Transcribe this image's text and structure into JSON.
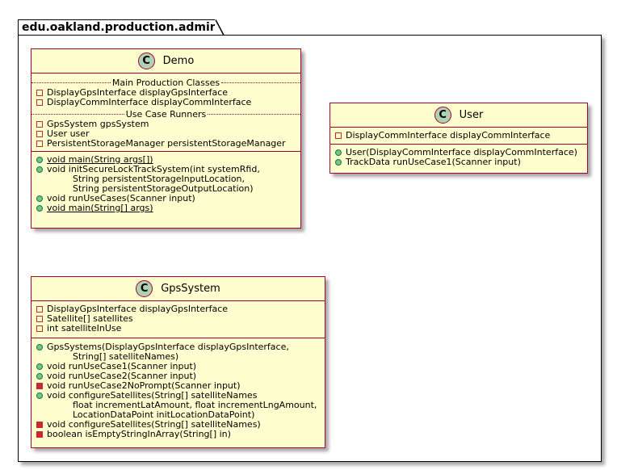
{
  "package": {
    "name": "edu.oakland.production.admin"
  },
  "colors": {
    "class_fill": "#FEFECE",
    "class_border": "#A80036",
    "class_icon": "#ADD1B2",
    "private": "#C82930",
    "public": "#038048",
    "public_fill": "#84BE84"
  },
  "classes": {
    "demo": {
      "name": "Demo",
      "icon": "C",
      "sep1": "Main Production Classes",
      "fields1": [
        "DisplayGpsInterface displayGpsInterface",
        "DisplayCommInterface displayCommInterface"
      ],
      "sep2": "Use Case Runners",
      "fields2": [
        "GpsSystem gpsSystem",
        "User user",
        "PersistentStorageManager persistentStorageManager"
      ],
      "methods": [
        "void main(String args[])",
        "void initSecureLockTrackSystem(int systemRfid,",
        "String persistentStorageInputLocation,",
        "String persistentStorageOutputLocation)",
        "void runUseCases(Scanner input)",
        "void main(String[] args)"
      ]
    },
    "user": {
      "name": "User",
      "icon": "C",
      "fields": [
        "DisplayCommInterface displayCommInterface"
      ],
      "methods": [
        "User(DisplayCommInterface displayCommInterface)",
        "TrackData runUseCase1(Scanner input)"
      ]
    },
    "gps": {
      "name": "GpsSystem",
      "icon": "C",
      "fields": [
        "DisplayGpsInterface displayGpsInterface",
        "Satellite[] satellites",
        "int satelliteInUse"
      ],
      "methods": [
        "GpsSystems(DisplayGpsInterface displayGpsInterface,",
        "String[] satelliteNames)",
        "void runUseCase1(Scanner input)",
        "void runUseCase2(Scanner input)",
        "void runUseCase2NoPrompt(Scanner input)",
        "void configureSatellites(String[] satelliteNames",
        "float incrementLatAmount, float incrementLngAmount,",
        "LocationDataPoint initLocationDataPoint)",
        "void configureSatellites(String[] satelliteNames)",
        "boolean isEmptyStringInArray(String[] in)"
      ]
    }
  }
}
